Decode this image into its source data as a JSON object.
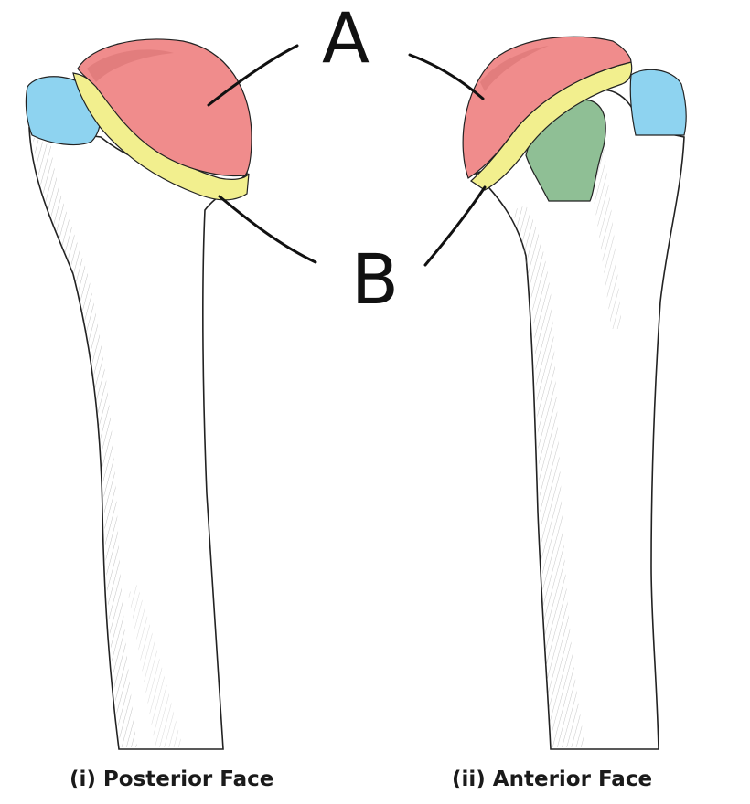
{
  "labels": {
    "a": "A",
    "b": "B"
  },
  "captions": {
    "posterior": "(i) Posterior Face",
    "anterior": "(ii) Anterior Face"
  },
  "colors": {
    "head": "#f08c8c",
    "anatomical_neck": "#f2ef8e",
    "greater_tubercle": "#8ed3f0",
    "lesser_tubercle": "#8fbf95",
    "bone": "#ffffff",
    "outline": "#222222"
  }
}
